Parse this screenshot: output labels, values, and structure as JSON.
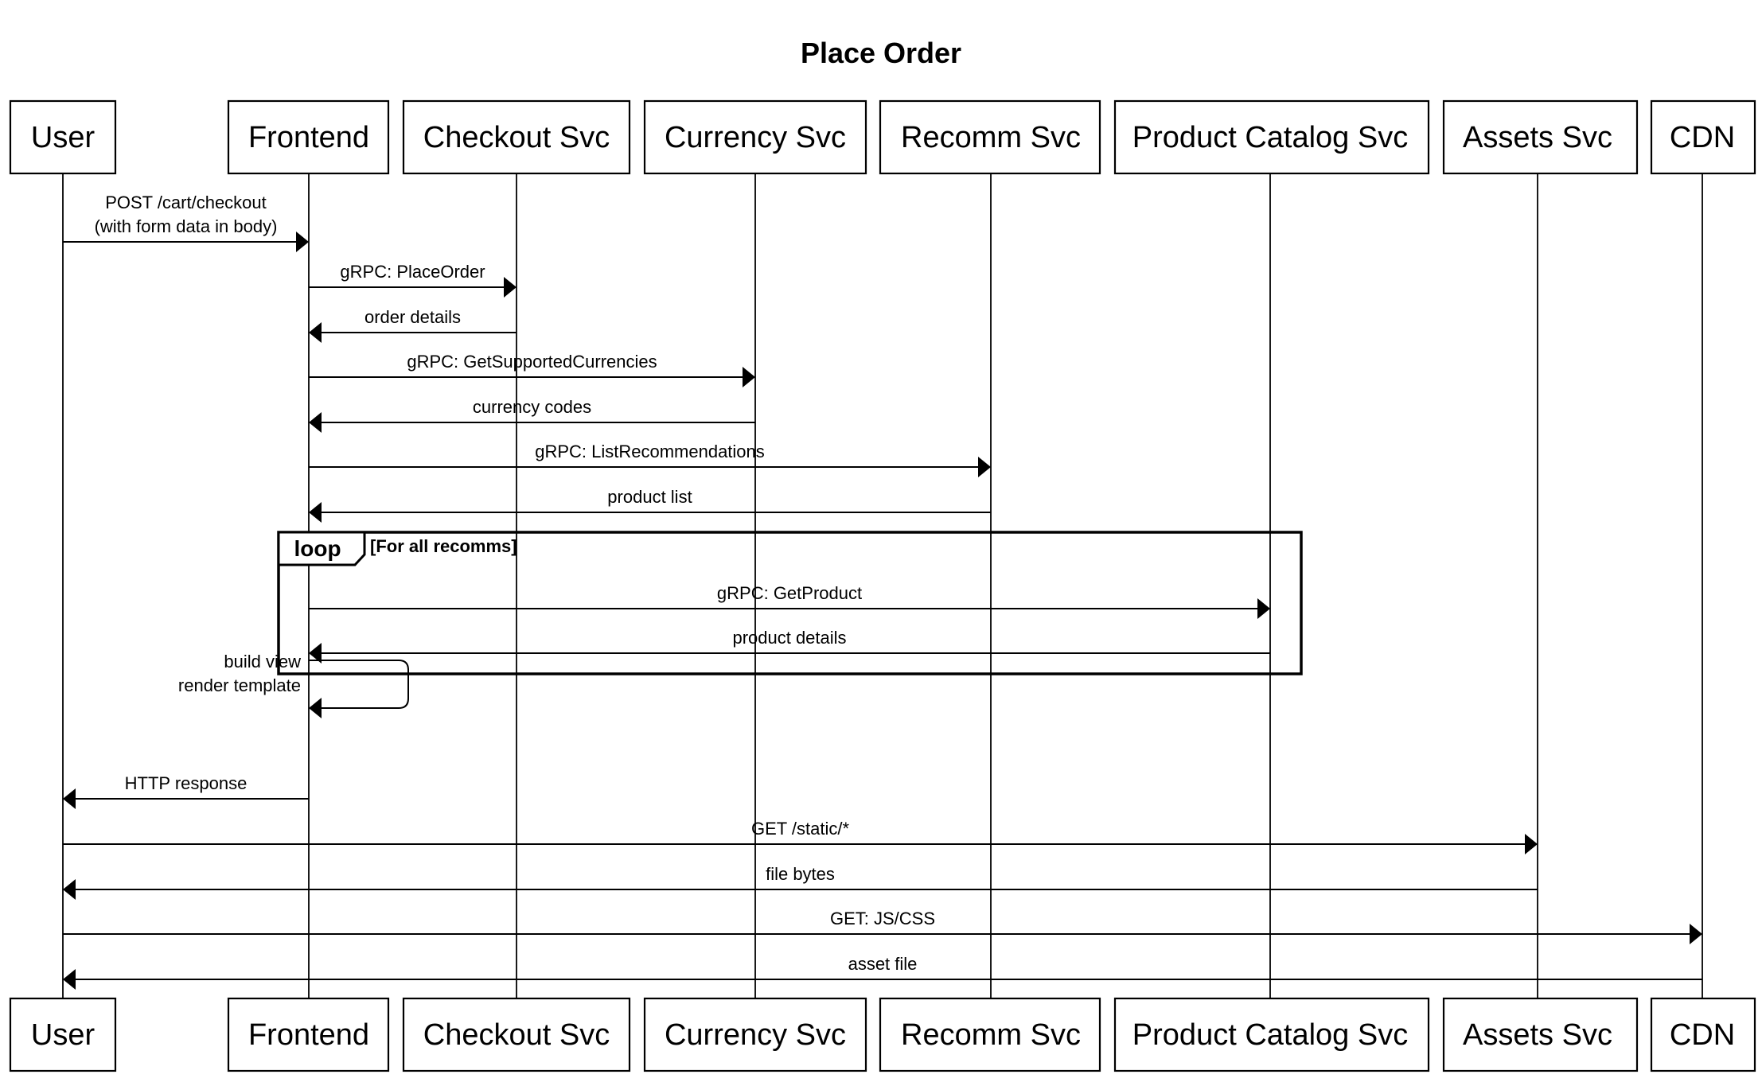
{
  "title": "Place Order",
  "participants": [
    {
      "id": "user",
      "label": "User"
    },
    {
      "id": "frontend",
      "label": "Frontend"
    },
    {
      "id": "checkout",
      "label": "Checkout Svc"
    },
    {
      "id": "currency",
      "label": "Currency Svc"
    },
    {
      "id": "recomm",
      "label": "Recomm Svc"
    },
    {
      "id": "catalog",
      "label": "Product Catalog Svc"
    },
    {
      "id": "assets",
      "label": "Assets Svc"
    },
    {
      "id": "cdn",
      "label": "CDN"
    }
  ],
  "messages": [
    {
      "from": "user",
      "to": "frontend",
      "lines": [
        "POST /cart/checkout",
        "(with form data in body)"
      ]
    },
    {
      "from": "frontend",
      "to": "checkout",
      "lines": [
        "gRPC: PlaceOrder"
      ]
    },
    {
      "from": "checkout",
      "to": "frontend",
      "lines": [
        "order details"
      ]
    },
    {
      "from": "frontend",
      "to": "currency",
      "lines": [
        "gRPC: GetSupportedCurrencies"
      ]
    },
    {
      "from": "currency",
      "to": "frontend",
      "lines": [
        "currency codes"
      ]
    },
    {
      "from": "frontend",
      "to": "recomm",
      "lines": [
        "gRPC: ListRecommendations"
      ]
    },
    {
      "from": "recomm",
      "to": "frontend",
      "lines": [
        "product list"
      ]
    },
    {
      "from": "frontend",
      "to": "catalog",
      "lines": [
        "gRPC: GetProduct"
      ]
    },
    {
      "from": "catalog",
      "to": "frontend",
      "lines": [
        "product details"
      ]
    },
    {
      "from": "frontend",
      "to": "frontend",
      "lines": [
        "build view",
        "render template"
      ]
    },
    {
      "from": "frontend",
      "to": "user",
      "lines": [
        "HTTP response"
      ]
    },
    {
      "from": "user",
      "to": "assets",
      "lines": [
        "GET /static/*"
      ]
    },
    {
      "from": "assets",
      "to": "user",
      "lines": [
        "file bytes"
      ]
    },
    {
      "from": "user",
      "to": "cdn",
      "lines": [
        "GET: JS/CSS"
      ]
    },
    {
      "from": "cdn",
      "to": "user",
      "lines": [
        "asset file"
      ]
    }
  ],
  "loop": {
    "keyword": "loop",
    "condition": "[For all recomms]"
  }
}
